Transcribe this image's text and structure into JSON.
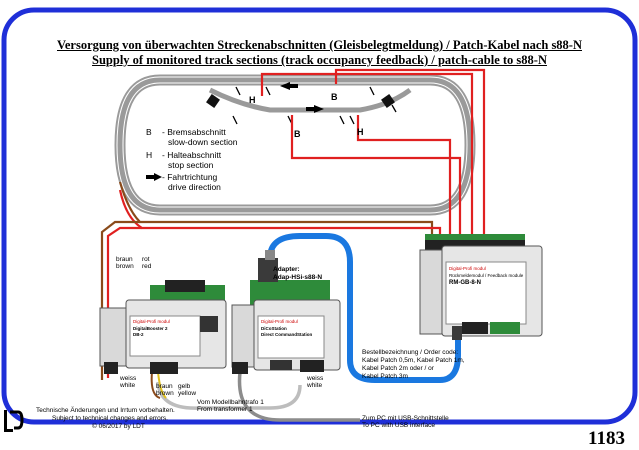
{
  "title": {
    "de": "Versorgung von überwachten Streckenabschnitten (Gleisbelegtmeldung) / Patch-Kabel nach s88-N",
    "en": "Supply of monitored track sections (track occupancy feedback) / patch-cable to s88-N"
  },
  "track": {
    "marker_h_left": "H",
    "marker_b_top": "B",
    "marker_b_inner": "B",
    "marker_h_inner": "H"
  },
  "legend": {
    "b_key": "B",
    "b_de": "- Bremsabschnitt",
    "b_en": "slow-down section",
    "h_key": "H",
    "h_de": "- Halteabschnitt",
    "h_en": "stop section",
    "dir_de": "- Fahrtrichtung",
    "dir_en": "drive direction"
  },
  "wires": {
    "braun": "braun",
    "brown": "brown",
    "rot": "rot",
    "red": "red",
    "braun2": "braun",
    "brown2": "brown",
    "gelb": "gelb",
    "yellow": "yellow",
    "weiss1": "weiss",
    "white1": "white",
    "weiss2": "weiss",
    "white2": "white"
  },
  "adapter": {
    "line1": "Adapter:",
    "line2": "Adap-HSi-s88-N"
  },
  "booster": {
    "brand": "Digital-Profi modul",
    "name1": "DigitalBooster 2",
    "name2": "DB-2"
  },
  "station": {
    "brand": "Digital-Profi modul",
    "name1": "DiCoStation",
    "name2": "Direct CommandStation"
  },
  "feedback": {
    "brand": "Digital-Profi modul",
    "sub": "Rückmeldemodul / Feedback module",
    "name": "RM-GB-8-N"
  },
  "order": {
    "line1": "Bestellbezeichnung / Order code:",
    "line2": "Kabel Patch 0,5m, Kabel Patch 1m,",
    "line3": "Kabel Patch 2m oder / or",
    "line4": "Kabel Patch 3m"
  },
  "transformer": {
    "de": "Vom Modellbahntrafo 1",
    "en": "From transformer 1"
  },
  "usb": {
    "de": "Zum PC mit USB-Schnittstelle",
    "en": "To PC with USB interface"
  },
  "footer": {
    "line1": "Technische Änderungen und Irrtum vorbehalten.",
    "line2": "Subject to technical changes and errors.",
    "line3": "© 06/2017 by LDT",
    "doc_number": "1183",
    "logo": "LD"
  },
  "colors": {
    "frame": "#1f2fd8",
    "track": "#999999",
    "wire_red": "#e02020",
    "wire_brown": "#8a4a1a",
    "cable_blue": "#1a78e0",
    "cable_gray": "#9a9a9a",
    "pcb_green": "#2e8b3a",
    "module_gray": "#d9d9d9"
  }
}
